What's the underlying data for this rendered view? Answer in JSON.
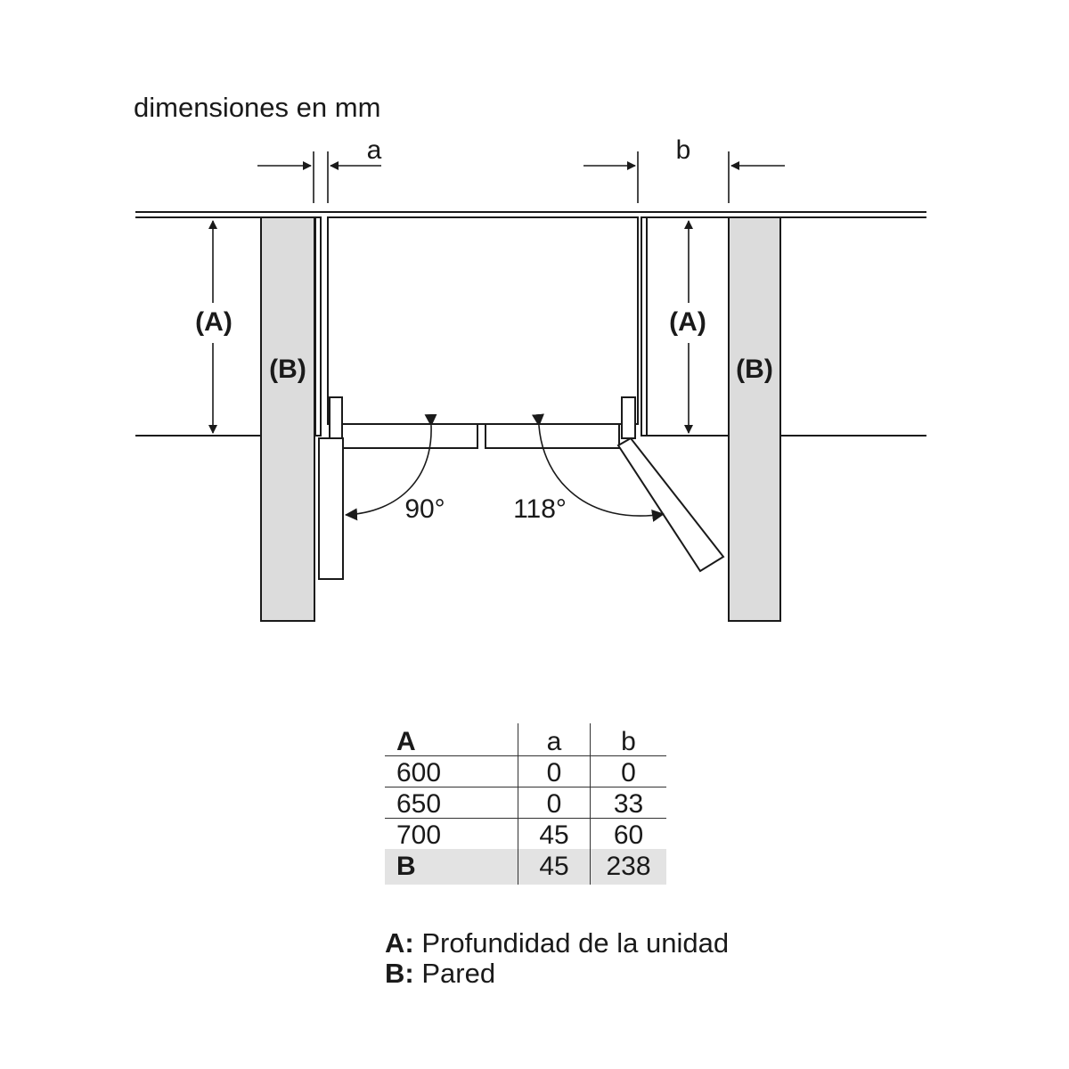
{
  "caption": "dimensiones en mm",
  "diagram": {
    "dim_a": "a",
    "dim_b": "b",
    "depth_label_left": "(A)",
    "depth_label_right": "(A)",
    "wall_label_left": "(B)",
    "wall_label_right": "(B)",
    "angle_left": "90°",
    "angle_right": "118°"
  },
  "table": {
    "headers": [
      "A",
      "a",
      "b"
    ],
    "rows": [
      [
        "600",
        "0",
        "0"
      ],
      [
        "650",
        "0",
        "33"
      ],
      [
        "700",
        "45",
        "60"
      ]
    ],
    "wall_row": [
      "B",
      "45",
      "238"
    ]
  },
  "legend": [
    {
      "key": "A:",
      "text": "Profundidad de la unidad"
    },
    {
      "key": "B:",
      "text": "Pared"
    }
  ],
  "colors": {
    "wall_fill": "#dcdcdc",
    "line": "#1a1a1a",
    "table_highlight": "#e3e3e3"
  }
}
